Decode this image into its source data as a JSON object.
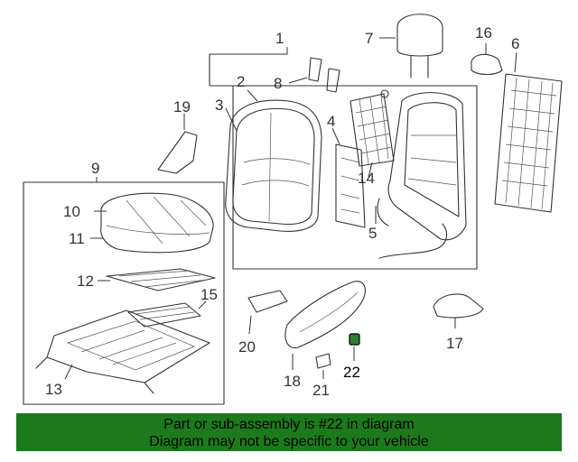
{
  "callouts": [
    "1",
    "2",
    "3",
    "4",
    "5",
    "6",
    "7",
    "8",
    "9",
    "10",
    "11",
    "12",
    "13",
    "14",
    "15",
    "16",
    "17",
    "18",
    "19",
    "20",
    "21",
    "22"
  ],
  "highlight_part": "22",
  "banner": {
    "line1": "Part or sub-assembly is #22 in diagram",
    "line2": "Diagram may not be specific to your vehicle",
    "color": "#1c7a1c"
  }
}
